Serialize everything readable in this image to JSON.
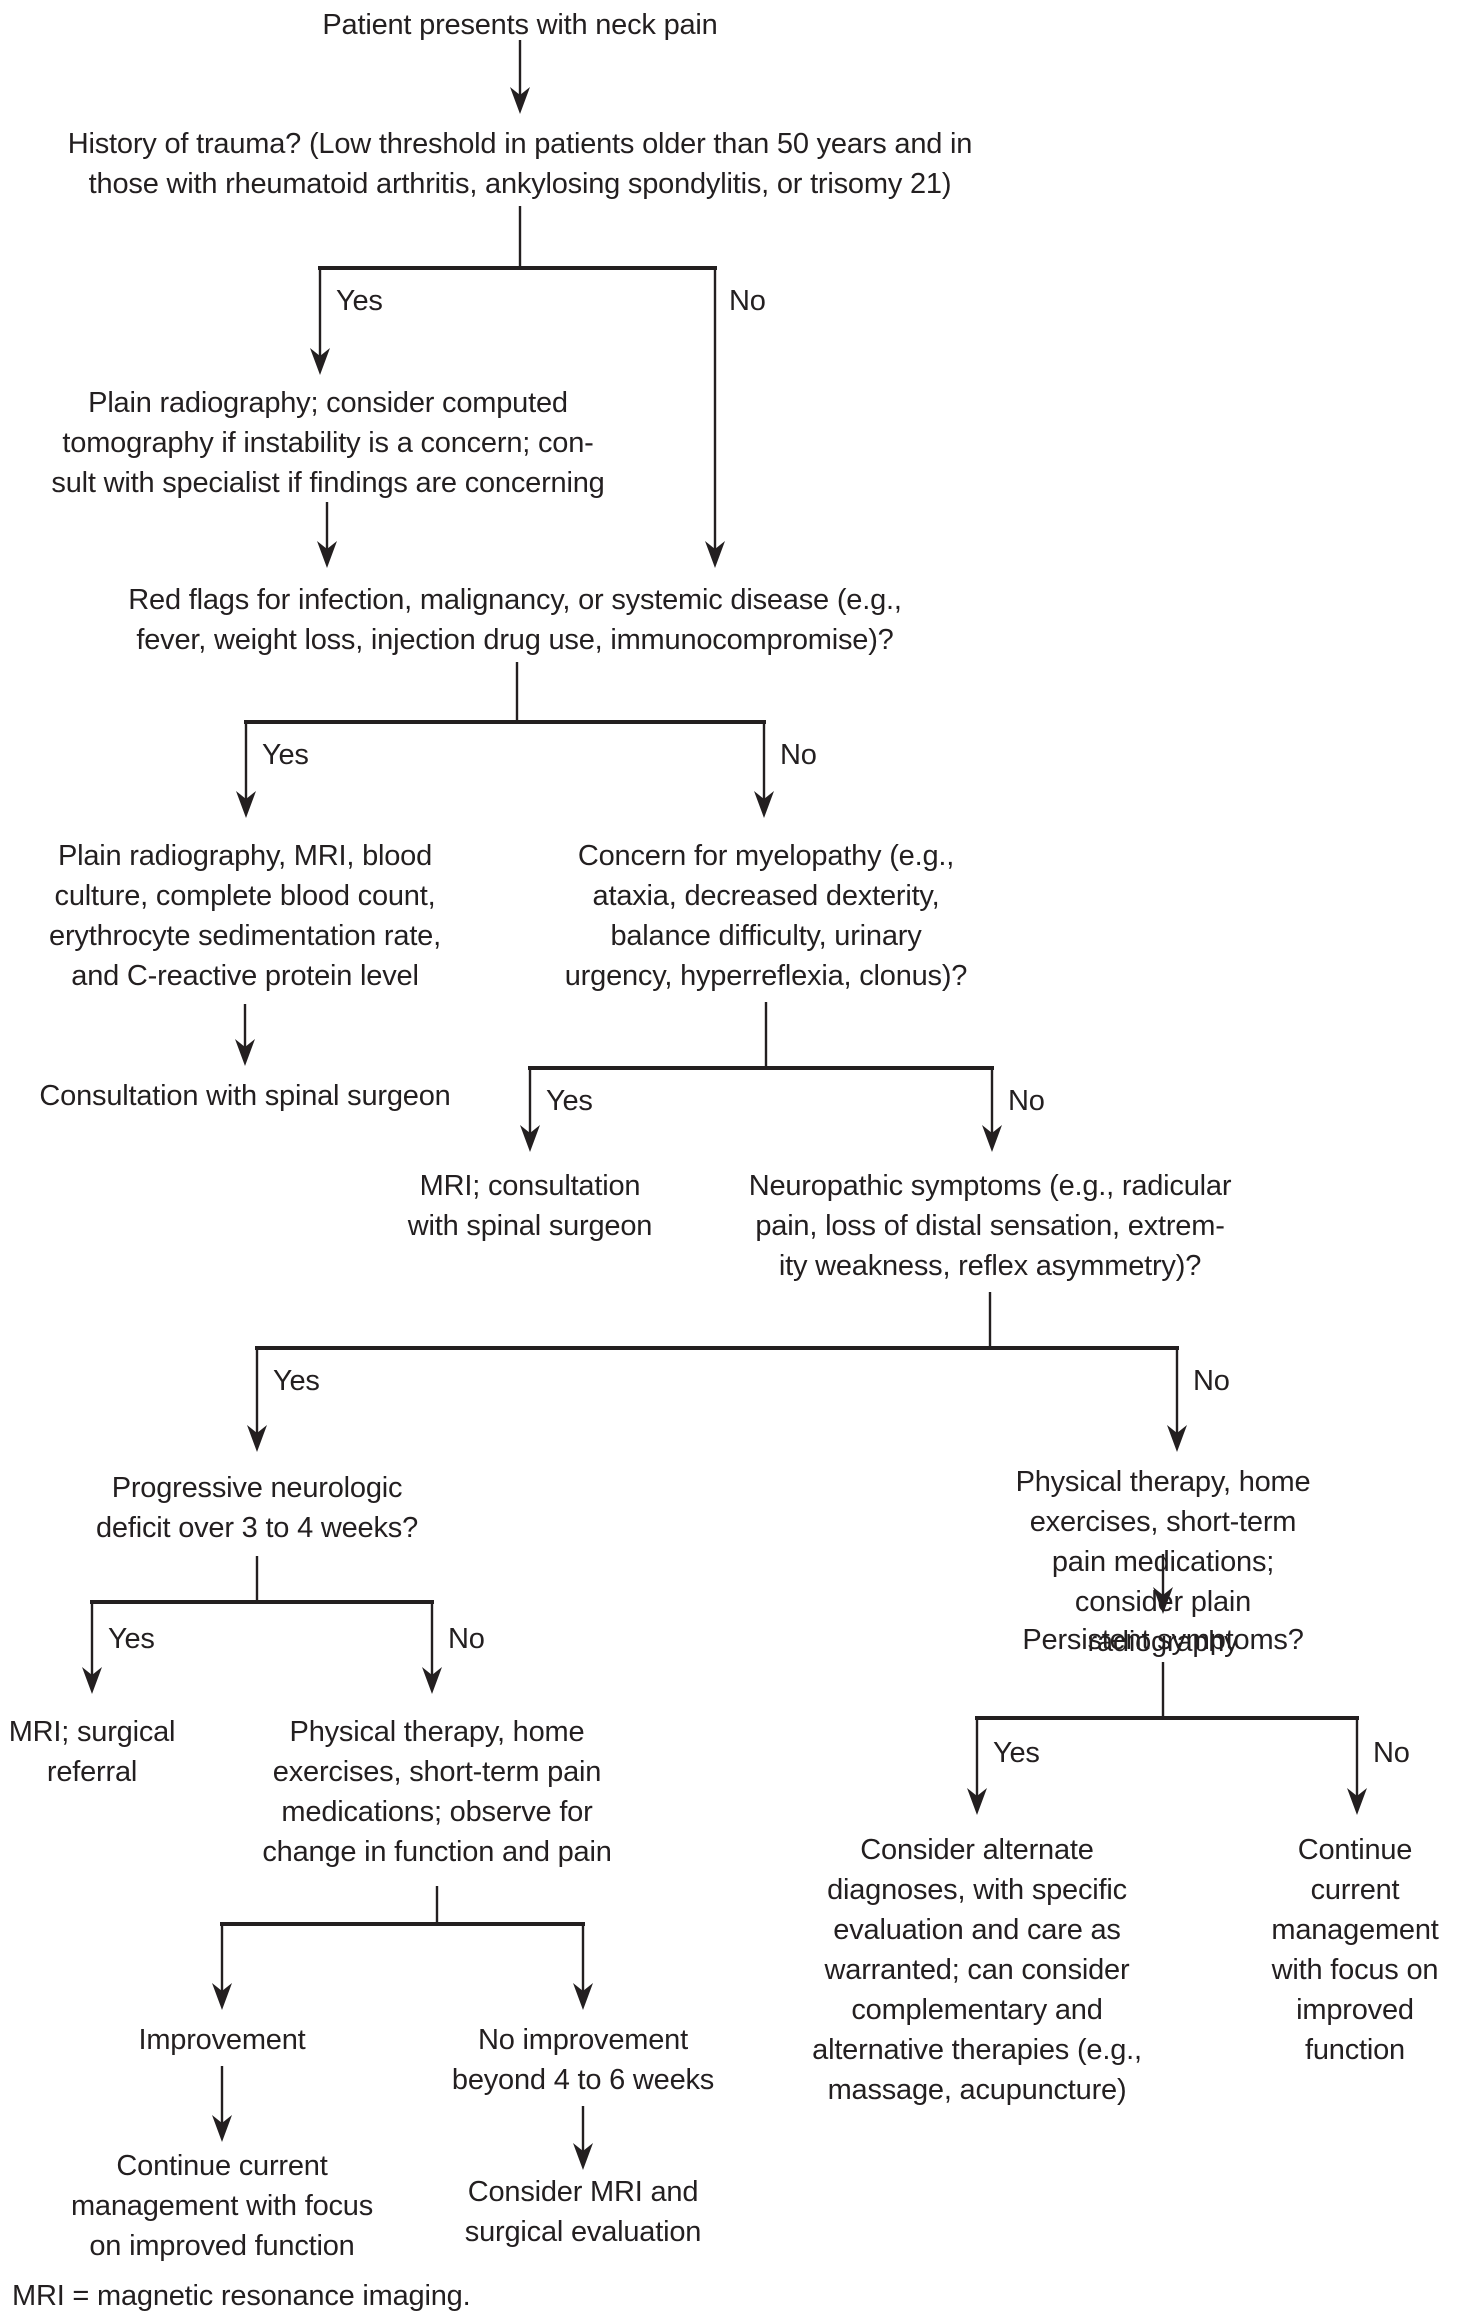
{
  "flowchart": {
    "colors": {
      "ink": "#231f20",
      "background": "#ffffff"
    },
    "labels": {
      "yes": "Yes",
      "no": "No"
    },
    "footnote": "MRI = magnetic resonance imaging.",
    "nodes": {
      "start": {
        "text": "Patient presents with neck pain"
      },
      "q_trauma": {
        "text": "History of trauma? (Low threshold in patients older than 50 years and in\nthose with rheumatoid arthritis, ankylosing spondylitis, or trisomy 21)"
      },
      "radiography_ct": {
        "text": "Plain radiography; consider computed\ntomography if instability is a concern; con-\nsult with specialist if findings are concerning"
      },
      "q_redflags": {
        "text": "Red flags for infection, malignancy, or systemic disease (e.g.,\nfever, weight loss, injection drug use, immunocompromise)?"
      },
      "labs": {
        "text": "Plain radiography, MRI, blood\nculture, complete blood count,\nerythrocyte sedimentation rate,\nand C-reactive protein level"
      },
      "consult_surgeon": {
        "text": "Consultation with spinal surgeon"
      },
      "q_myelopathy": {
        "text": "Concern for myelopathy (e.g.,\nataxia, decreased dexterity,\nbalance difficulty, urinary\nurgency, hyperreflexia, clonus)?"
      },
      "mri_consult": {
        "text": "MRI; consultation\nwith spinal surgeon"
      },
      "q_neuropathic": {
        "text": "Neuropathic symptoms (e.g., radicular\npain, loss of distal sensation, extrem-\nity weakness, reflex asymmetry)?"
      },
      "q_progressive": {
        "text": "Progressive neurologic\ndeficit over 3 to 4 weeks?"
      },
      "pt_radiography": {
        "text": "Physical therapy, home exercises, short-term\npain medications; consider plain radiography"
      },
      "mri_referral": {
        "text": "MRI; surgical\nreferral"
      },
      "pt_observe": {
        "text": "Physical therapy, home\nexercises, short-term pain\nmedications; observe for\nchange in function and pain"
      },
      "improvement": {
        "text": "Improvement"
      },
      "no_improvement": {
        "text": "No improvement\nbeyond 4 to 6 weeks"
      },
      "continue_current_left": {
        "text": "Continue current\nmanagement with focus\non improved function"
      },
      "consider_mri": {
        "text": "Consider MRI and\nsurgical evaluation"
      },
      "persistent": {
        "text": "Persistent symptoms?"
      },
      "consider_alternate": {
        "text": "Consider alternate\ndiagnoses, with specific\nevaluation and care as\nwarranted; can consider\ncomplementary and\nalternative therapies (e.g.,\nmassage, acupuncture)"
      },
      "continue_current_right": {
        "text": "Continue current\nmanagement\nwith focus on\nimproved function"
      }
    }
  }
}
